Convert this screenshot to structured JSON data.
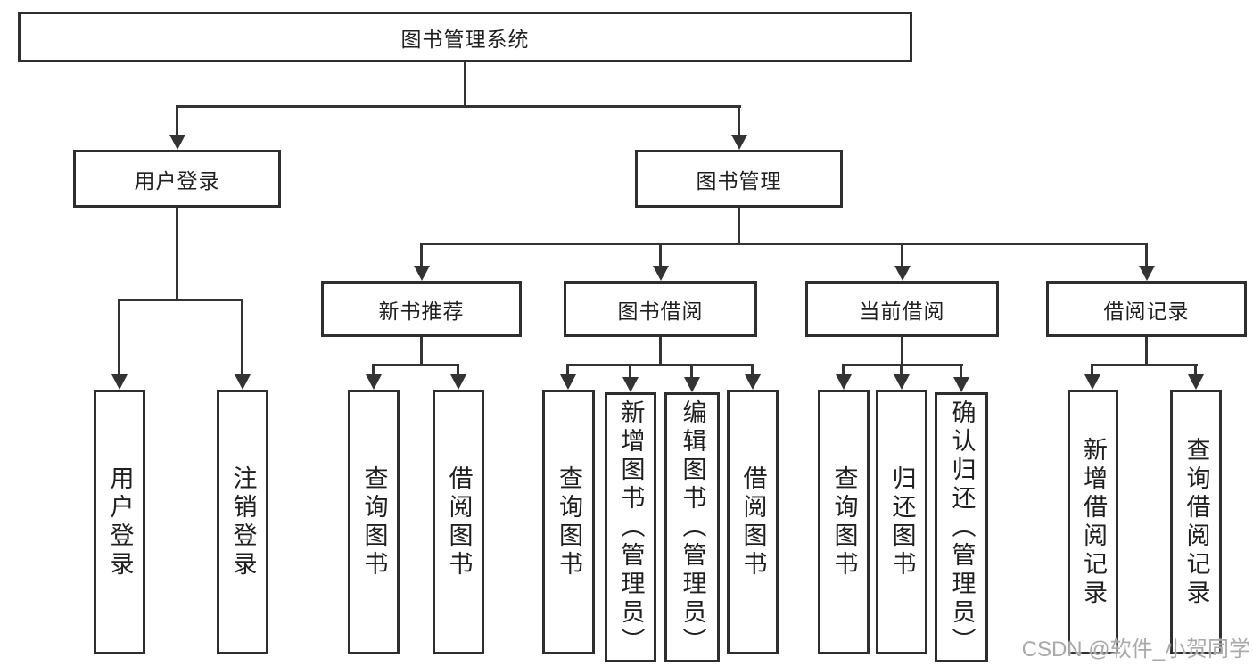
{
  "tree": {
    "root": {
      "label": "图书管理系统",
      "children": [
        {
          "label": "用户登录",
          "children": [
            {
              "label": "用户登录"
            },
            {
              "label": "注销登录"
            }
          ]
        },
        {
          "label": "图书管理",
          "children": [
            {
              "label": "新书推荐",
              "children": [
                {
                  "label": "查询图书"
                },
                {
                  "label": "借阅图书"
                }
              ]
            },
            {
              "label": "图书借阅",
              "children": [
                {
                  "label": "查询图书"
                },
                {
                  "label": "新增图书（管理员）"
                },
                {
                  "label": "编辑图书（管理员）"
                },
                {
                  "label": "借阅图书"
                }
              ]
            },
            {
              "label": "当前借阅",
              "children": [
                {
                  "label": "查询图书"
                },
                {
                  "label": "归还图书"
                },
                {
                  "label": "确认归还（管理员）"
                }
              ]
            },
            {
              "label": "借阅记录",
              "children": [
                {
                  "label": "新增借阅记录"
                },
                {
                  "label": "查询借阅记录"
                }
              ]
            }
          ]
        }
      ]
    }
  },
  "watermark": {
    "text": "CSDN @软件_小贺同学"
  },
  "colors": {
    "line": "#333333",
    "box_border": "#2e2e2e",
    "text": "#1f1f1f",
    "watermark": "#a9a9a9",
    "background": "#ffffff"
  }
}
